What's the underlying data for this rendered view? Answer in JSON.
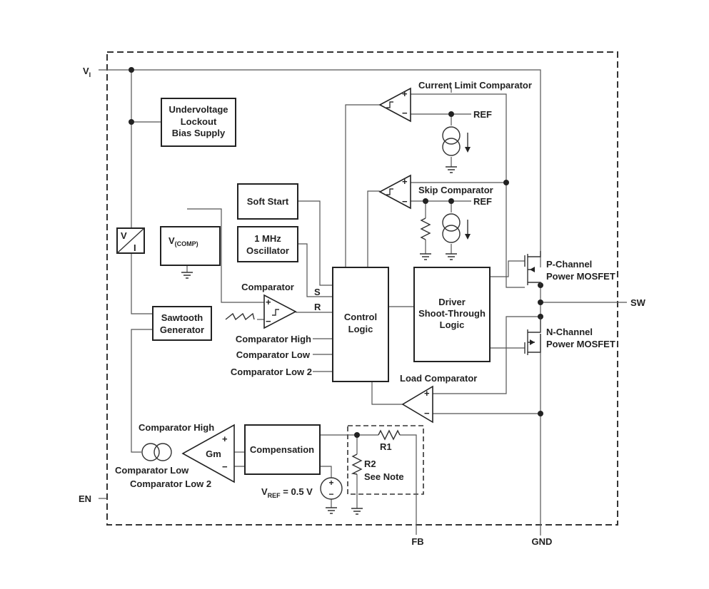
{
  "pins": {
    "vi": "V",
    "vi_sub": "I",
    "en": "EN",
    "sw": "SW",
    "fb": "FB",
    "gnd": "GND"
  },
  "blocks": {
    "uvlo": [
      "Undervoltage",
      "Lockout",
      "Bias Supply"
    ],
    "soft_start": "Soft Start",
    "oscillator": [
      "1 MHz",
      "Oscillator"
    ],
    "vcomp": "V",
    "vcomp_sub": "(COMP)",
    "vi_converter_top": "V",
    "vi_converter_bottom": "I",
    "sawtooth": [
      "Sawtooth",
      "Generator"
    ],
    "control_logic": [
      "Control",
      "Logic"
    ],
    "driver": [
      "Driver",
      "Shoot-Through",
      "Logic"
    ],
    "compensation": "Compensation",
    "gm": "Gm"
  },
  "labels": {
    "current_limit": "Current Limit Comparator",
    "skip": "Skip Comparator",
    "ref1": "REF",
    "ref2": "REF",
    "comparator": "Comparator",
    "s": "S",
    "r": "R",
    "comp_high": "Comparator High",
    "comp_low": "Comparator Low",
    "comp_low2": "Comparator Low 2",
    "load_comparator": "Load Comparator",
    "p_channel": [
      "P-Channel",
      "Power MOSFET"
    ],
    "n_channel": [
      "N-Channel",
      "Power MOSFET"
    ],
    "gm_high": "Comparator High",
    "gm_low": "Comparator Low",
    "gm_low2": "Comparator Low 2",
    "vref": "V",
    "vref_sub": "REF",
    "vref_value": " = 0.5 V",
    "r1": "R1",
    "r2": "R2",
    "see_note": "See Note",
    "plus": "+",
    "minus": "−"
  }
}
